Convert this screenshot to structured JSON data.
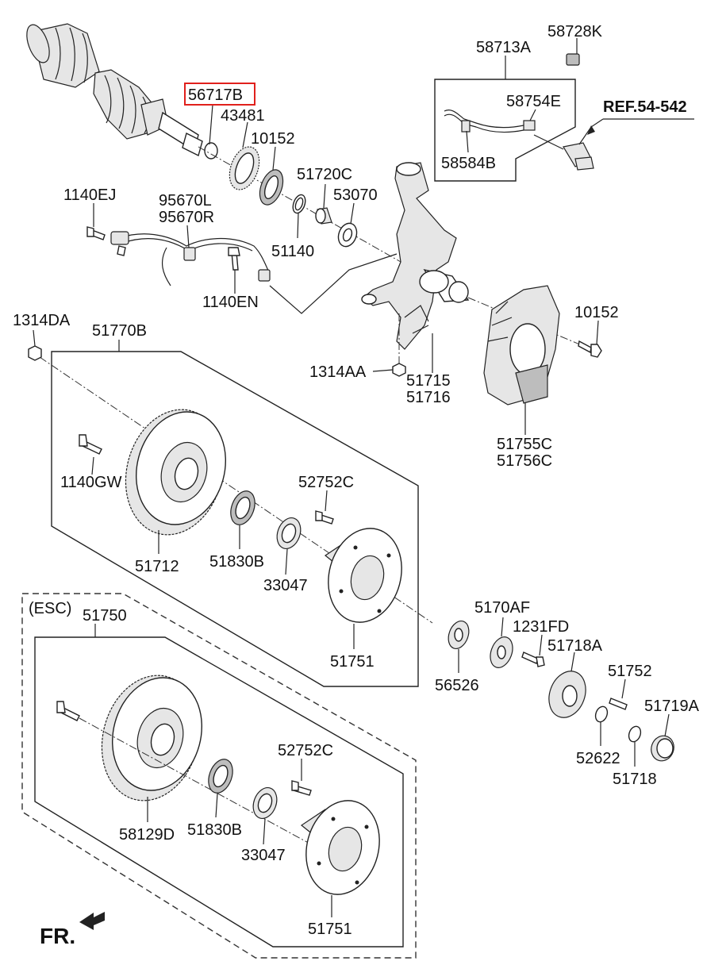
{
  "labels": {
    "l58728K": "58728K",
    "l58713A": "58713A",
    "l56717B": "56717B",
    "l58754E": "58754E",
    "lREF": "REF.54-542",
    "l43481": "43481",
    "l10152a": "10152",
    "l58584B": "58584B",
    "l51720C": "51720C",
    "l53070": "53070",
    "l1140EJ": "1140EJ",
    "l95670L": "95670L",
    "l95670R": "95670R",
    "l51140": "51140",
    "l1140EN": "1140EN",
    "l1314DA": "1314DA",
    "l51770B": "51770B",
    "l10152b": "10152",
    "l1314AA": "1314AA",
    "l51715": "51715",
    "l51716": "51716",
    "l51755C": "51755C",
    "l51756C": "51756C",
    "l1140GW": "1140GW",
    "l52752Ca": "52752C",
    "l51712": "51712",
    "l51830Ba": "51830B",
    "l33047a": "33047",
    "l51751a": "51751",
    "lESC": "(ESC)",
    "l51750": "51750",
    "l5170AF": "5170AF",
    "l1231FD": "1231FD",
    "l51718A": "51718A",
    "l51752": "51752",
    "l51719A": "51719A",
    "l56526": "56526",
    "l52622": "52622",
    "l51718": "51718",
    "l52752Cb": "52752C",
    "l58129D": "58129D",
    "l51830Bb": "51830B",
    "l33047b": "33047",
    "l51751b": "51751",
    "lFR": "FR."
  },
  "colors": {
    "highlight": "#e0201c",
    "line": "#222222"
  }
}
